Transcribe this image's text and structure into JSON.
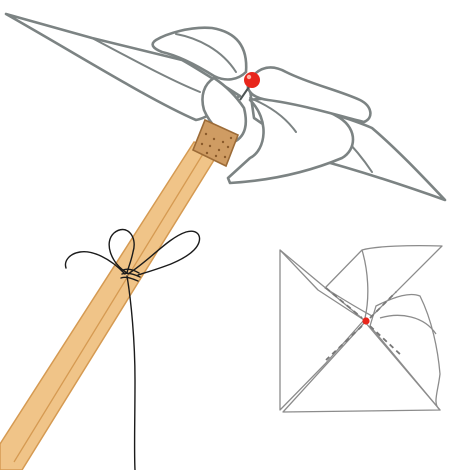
{
  "illustration": {
    "subject": "pinwheel",
    "parts": [
      "pinwheel-main",
      "stick",
      "cork",
      "pin-head",
      "string-bow",
      "pinwheel-diagram"
    ]
  },
  "colors": {
    "outline": "#7c8383",
    "paper": "#ffffff",
    "stick_fill": "#f0c488",
    "stick_edge": "#d59a52",
    "cork_fill": "#cf9c63",
    "cork_edge": "#9c6b37",
    "cork_dots": "#8a5a2b",
    "pin_head": "#e8261c",
    "pin_highlight": "#ffb3a8",
    "pin_shaft": "#4d5454",
    "string": "#1b1b1b",
    "diagram_outline": "#8c8c8c",
    "fold_line": "#777777"
  }
}
